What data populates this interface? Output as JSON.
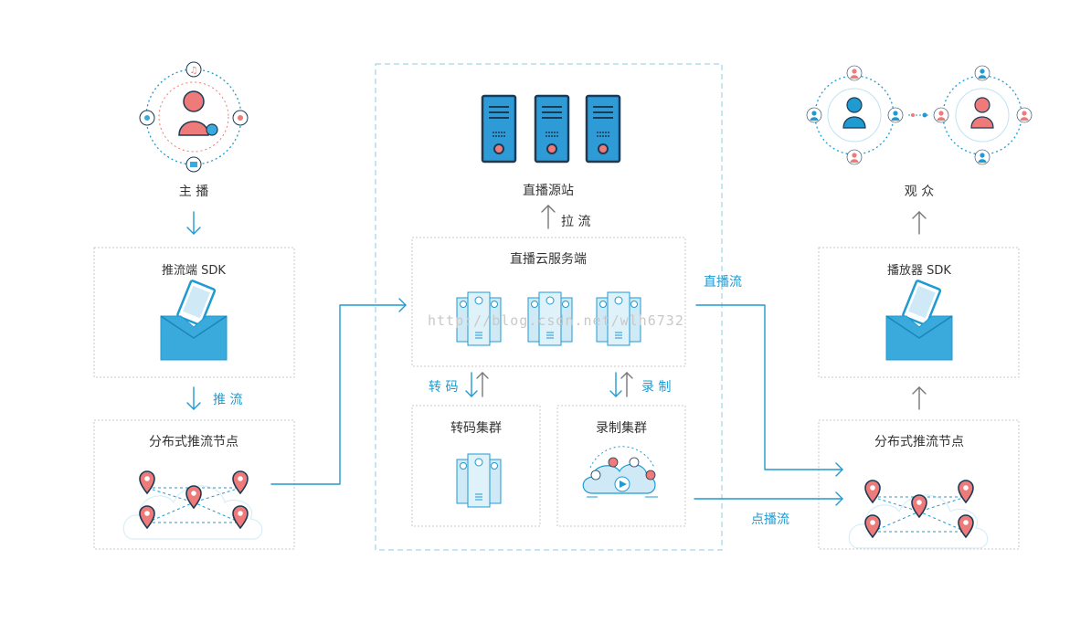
{
  "anchor": {
    "label": "主 播"
  },
  "push_sdk": {
    "label": "推流端 SDK"
  },
  "push_flow": {
    "label": "推 流"
  },
  "cdn_left": {
    "label": "分布式推流节点"
  },
  "origin": {
    "label": "直播源站"
  },
  "pull": {
    "label": "拉 流"
  },
  "cloud_server": {
    "label": "直播云服务端"
  },
  "transcode": {
    "label": "转 码"
  },
  "record": {
    "label": "录 制"
  },
  "transcode_cluster": {
    "label": "转码集群"
  },
  "record_cluster": {
    "label": "录制集群"
  },
  "live_stream": {
    "label": "直播流"
  },
  "vod_stream": {
    "label": "点播流"
  },
  "audience": {
    "label": "观 众"
  },
  "player_sdk": {
    "label": "播放器 SDK"
  },
  "cdn_right": {
    "label": "分布式推流节点"
  },
  "watermark": {
    "text": "http://blog.csdn.net/wlh6732"
  },
  "colors": {
    "accent": "#1f9bd1",
    "server": "#2e9bd6",
    "pink": "#ee7a7a",
    "dark": "#1d3a55",
    "box_border": "#c8c8c8"
  }
}
